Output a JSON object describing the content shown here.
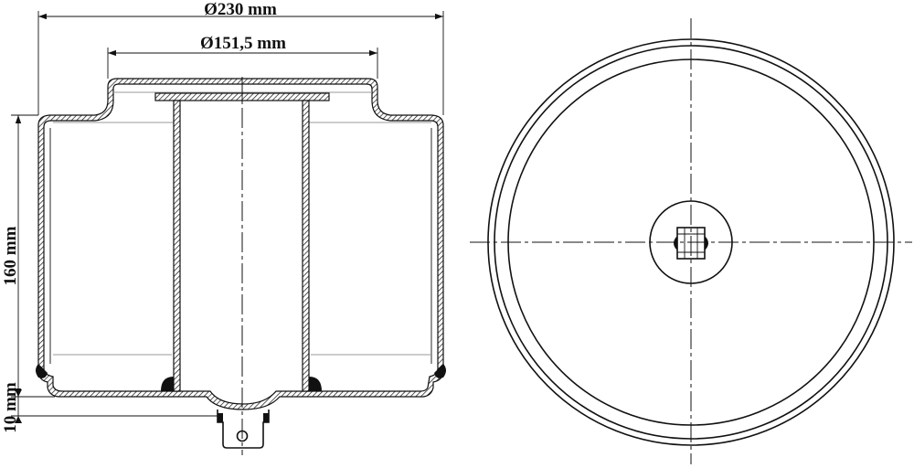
{
  "dimensions": {
    "outer_diameter": "Ø230 mm",
    "inner_diameter": "Ø151,5 mm",
    "height": "160 mm",
    "bottom_offset": "10 mm"
  },
  "colors": {
    "line": "#111111",
    "construction": "#9a9a9a",
    "background": "#ffffff"
  }
}
